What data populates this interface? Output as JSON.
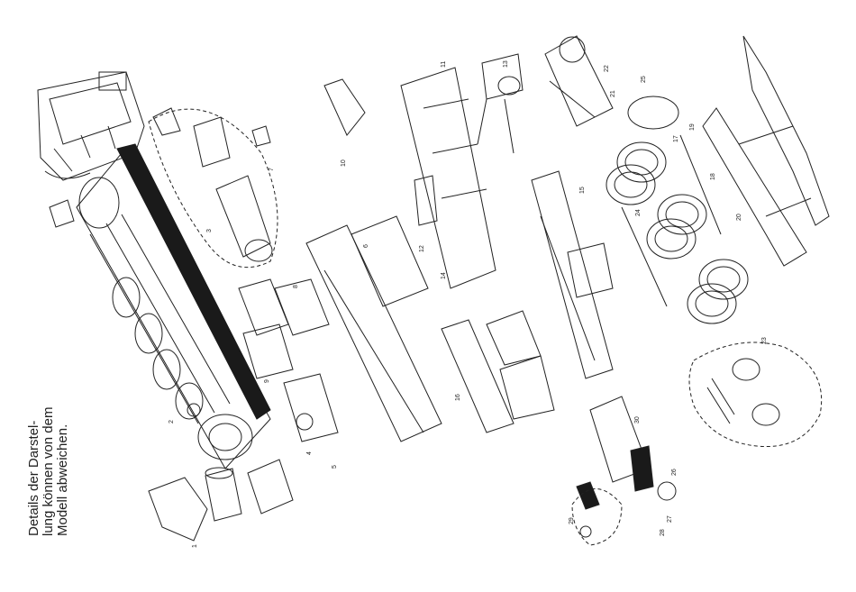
{
  "note": {
    "lines": [
      "Details der Darstel-",
      "lung können von dem",
      "Modell abweichen."
    ]
  },
  "part_numbers": [
    "1",
    "2",
    "3",
    "4",
    "5",
    "6",
    "7",
    "8",
    "9",
    "10",
    "11",
    "12",
    "13",
    "14",
    "15",
    "16",
    "17",
    "18",
    "19",
    "20",
    "21",
    "22",
    "23",
    "24",
    "25",
    "26",
    "27",
    "28",
    "29",
    "30"
  ],
  "colors": {
    "line": "#222222",
    "paper": "#ffffff",
    "dark": "#1a1a1a"
  }
}
